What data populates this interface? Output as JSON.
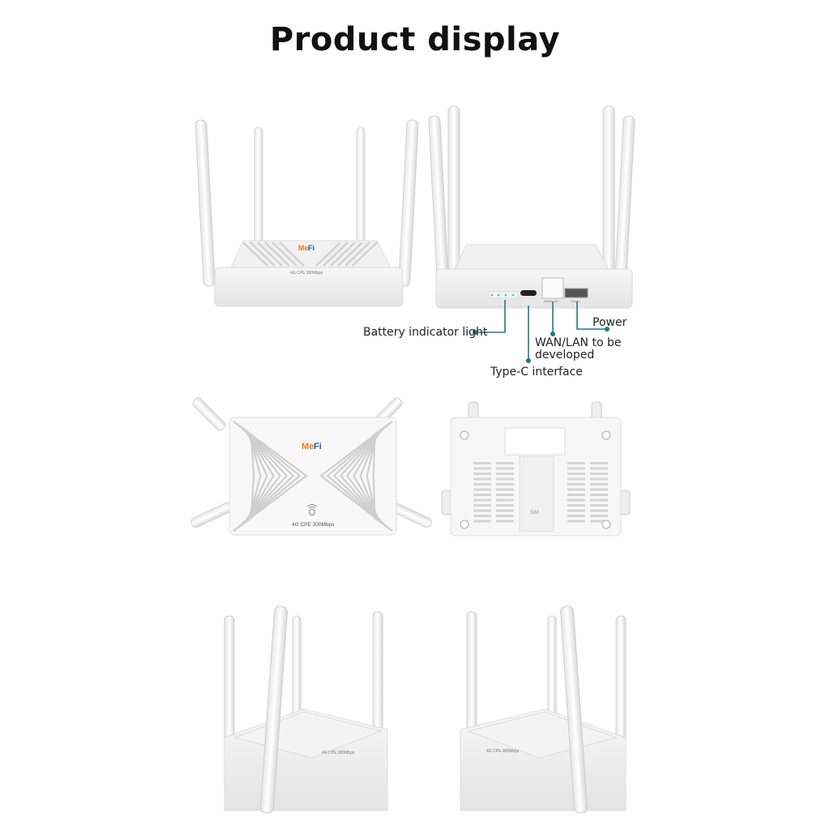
{
  "title": "Product display",
  "brand": {
    "logo_text_orange": "Me",
    "logo_text_blue": "Fi"
  },
  "device_text": {
    "model": "4G CPE 300Mbps",
    "wan_lan_port": "WAN/LAN",
    "power_port": "Power",
    "sim_slot": "SIM"
  },
  "callouts": {
    "battery": "Battery indicator light",
    "typec": "Type-C interface",
    "wanlan": "WAN/LAN to be developed",
    "power": "Power"
  },
  "colors": {
    "callout_line": "#1f7a86",
    "logo_orange": "#f07a1a",
    "logo_blue": "#1e5fb3",
    "led": "#3ccfa8"
  }
}
